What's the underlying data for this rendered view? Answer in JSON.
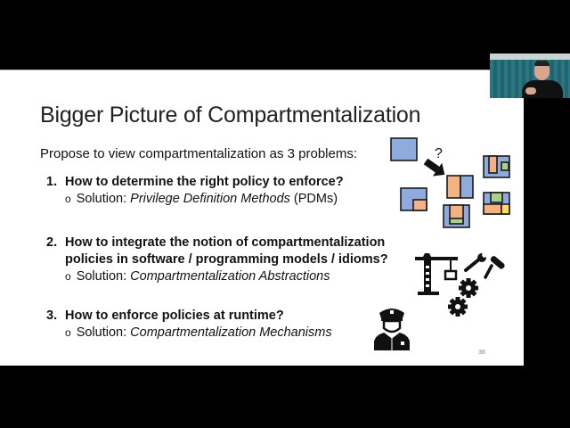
{
  "slide": {
    "title": "Bigger Picture of Compartmentalization",
    "intro": "Propose to view compartmentalization as 3 problems:",
    "items": [
      {
        "number": "1.",
        "question_lines": [
          "How to determine the right policy to enforce?"
        ],
        "solution_prefix": "Solution: ",
        "solution_italic": "Privilege Definition Methods",
        "solution_suffix": " (PDMs)"
      },
      {
        "number": "2.",
        "question_lines": [
          "How to integrate the notion of compartmentalization",
          "policies in software / programming models / idioms?"
        ],
        "solution_prefix": "Solution: ",
        "solution_italic": "Compartmentalization Abstractions",
        "solution_suffix": ""
      },
      {
        "number": "3.",
        "question_lines": [
          "How to enforce policies at runtime?"
        ],
        "solution_prefix": "Solution: ",
        "solution_italic": "Compartmentalization Mechanisms",
        "solution_suffix": ""
      }
    ],
    "bullet_glyph": "o",
    "page_number": "38",
    "diagram": {
      "question_mark": "?",
      "colors": {
        "blue": "#8faadc",
        "orange": "#f4b183",
        "green": "#a9d18e",
        "yellow": "#ffd966",
        "outline": "#1a1a1a"
      }
    },
    "icons": [
      "compartment-boxes-icon",
      "crane-icon",
      "wrench-icon",
      "paint-roller-icon",
      "gears-icon",
      "police-officer-icon"
    ]
  },
  "webcam": {
    "label": "presenter-video"
  }
}
